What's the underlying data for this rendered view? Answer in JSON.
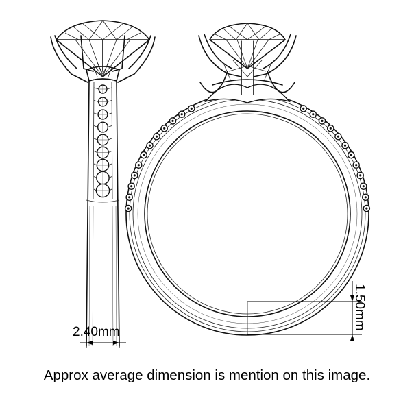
{
  "dimensions": {
    "band_width": "2.40mm",
    "band_thickness": "1.50mm"
  },
  "caption": "Approx average dimension is mention on this image.",
  "colors": {
    "ink": "#111111",
    "background": "#ffffff"
  }
}
